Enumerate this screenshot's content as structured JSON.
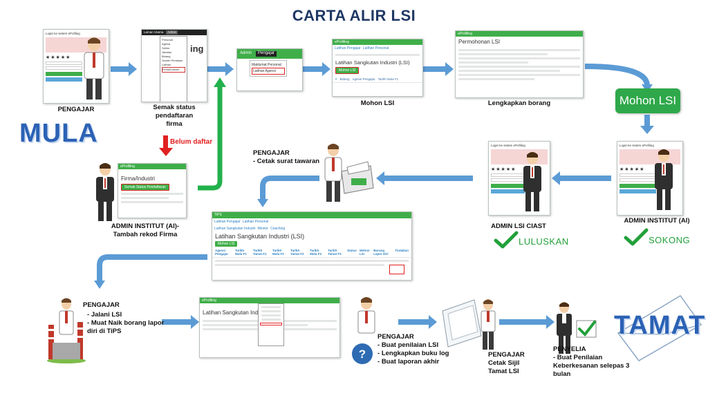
{
  "title": "CARTA ALIR LSI",
  "start_label": "MULA",
  "end_label": "TAMAT",
  "steps": {
    "pengajar_login": {
      "label": "PENGAJAR"
    },
    "semak_status": {
      "label_lines": [
        "Semak status",
        "pendaftaran",
        "firma"
      ]
    },
    "belum_daftar": {
      "label": "Belum daftar"
    },
    "admin_tambah": {
      "label_lines": [
        "ADMIN INSTITUT (AI)-",
        "Tambah rekod Firma"
      ]
    },
    "mohon_lsi": {
      "label": "Mohon LSI"
    },
    "lengkapkan": {
      "label": "Lengkapkan borang"
    },
    "mohon_badge": {
      "label": "Mohon LSI"
    },
    "admin_ai_sokong": {
      "label": "ADMIN INSTITUT (AI)",
      "status": "SOKONG"
    },
    "admin_ciast": {
      "label": "ADMIN LSI CIAST",
      "status": "LULUSKAN"
    },
    "cetak_surat": {
      "role": "PENGAJAR",
      "task": "- Cetak surat tawaran"
    },
    "jalani": {
      "role": "PENGAJAR",
      "tasks": [
        "Jalani LSI",
        "Muat Naik borang lapor diri di TiPS"
      ]
    },
    "penilaian": {
      "role": "PENGAJAR",
      "tasks": [
        "Buat penilaian LSI",
        "Lengkapkan buku log",
        "Buat laporan akhir"
      ]
    },
    "sijil": {
      "role": "PENGAJAR",
      "task": "Cetak Sijil Tamat LSI"
    },
    "penyelia": {
      "role": "PENYELIA",
      "task_lines": [
        "- Buat Penilaian",
        "Keberkesanan selepas 3",
        "bulan"
      ]
    }
  },
  "screens": {
    "admin_menu_top": "Admin",
    "pengajar_menu_top": "Pengajar",
    "menu_maklumat": "Maklumat Personal",
    "menu_latihan": "Latihan Agensi",
    "mohon_heading": "Latihan Sangkutan Industri (LSI)",
    "mohon_button": "Mohon LSI",
    "borang_heading": "Permohonan LSI",
    "firma_heading": "Firma/Industri",
    "firma_button": "Semak Status Pendaftaran",
    "list_heading": "Latihan Sangkutan Industri (LSI)",
    "list_button": "Mohon LSI",
    "jalani_heading": "Latihan Sangkutan Industri",
    "zoom_text": "eProfiling",
    "login_title": "Login ke sistem ePofiling",
    "list_columns": [
      "Agensi Pengajar",
      "Tarikh Mula F1",
      "Tarikh Tamat F1",
      "Tarikh Mula F2",
      "Tarikh Tamat F2",
      "Tarikh Mula F3",
      "Tarikh Tamat F3",
      "Status",
      "Mohon LSI",
      "Borang Lapor Diri",
      "Tindakan"
    ]
  },
  "colors": {
    "arrow_blue": "#5b9bd5",
    "arrow_green": "#22b14c",
    "arrow_red": "#e02020",
    "title_blue": "#1f3864",
    "badge_green": "#2ea84a"
  }
}
